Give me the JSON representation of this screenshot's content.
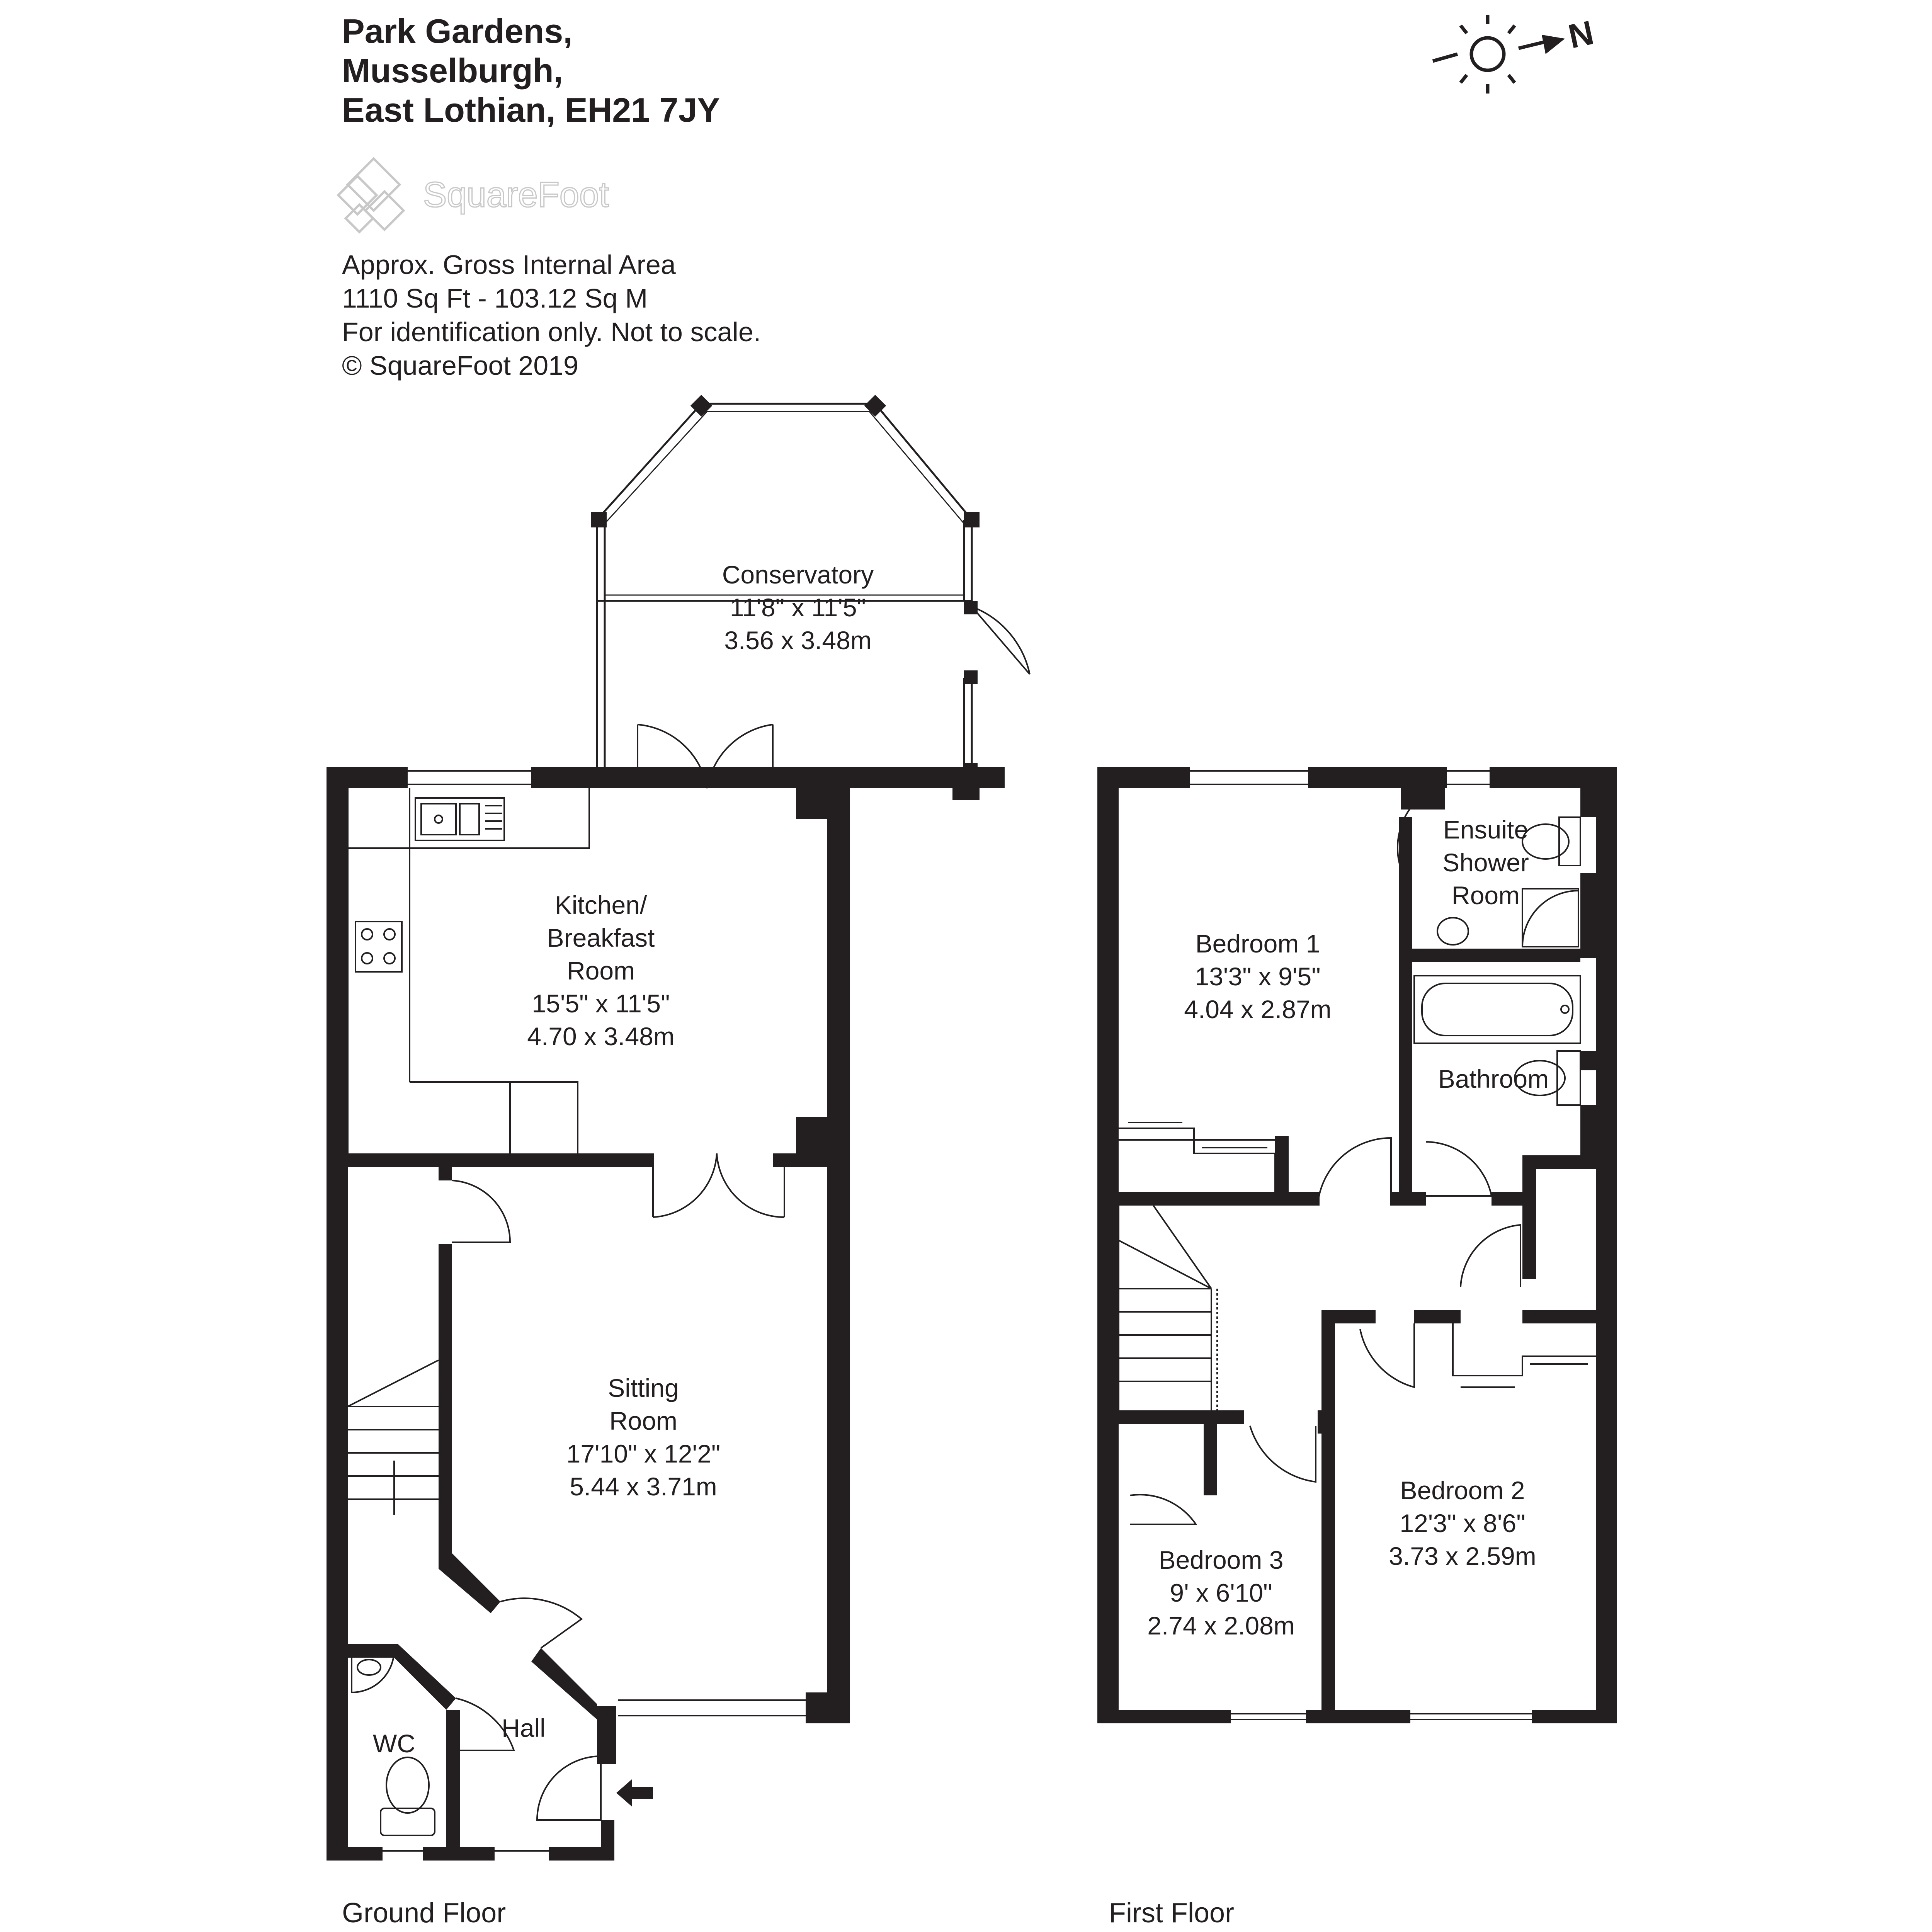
{
  "header": {
    "address_line_1": "Park Gardens,",
    "address_line_2": "Musselburgh,",
    "address_line_3": "East Lothian, EH21 7JY"
  },
  "brand": {
    "name": "SquareFoot"
  },
  "info": {
    "line_1": "Approx. Gross Internal Area",
    "line_2": "1110 Sq Ft  -  103.12 Sq M",
    "line_3": "For identification only. Not to scale.",
    "line_4": "© SquareFoot 2019"
  },
  "compass": {
    "north_label": "N"
  },
  "ground_floor": {
    "label": "Ground Floor",
    "rooms": {
      "conservatory": {
        "name": "Conservatory",
        "imperial": "11'8\" x 11'5\"",
        "metric": "3.56 x 3.48m"
      },
      "kitchen": {
        "name_1": "Kitchen/",
        "name_2": "Breakfast",
        "name_3": "Room",
        "imperial": "15'5\" x 11'5\"",
        "metric": "4.70 x 3.48m"
      },
      "sitting": {
        "name_1": "Sitting",
        "name_2": "Room",
        "imperial": "17'10\" x 12'2\"",
        "metric": "5.44 x 3.71m"
      },
      "hall": {
        "name": "Hall"
      },
      "wc": {
        "name": "WC"
      }
    }
  },
  "first_floor": {
    "label": "First Floor",
    "rooms": {
      "bedroom1": {
        "name": "Bedroom 1",
        "imperial": "13'3\" x 9'5\"",
        "metric": "4.04 x 2.87m"
      },
      "ensuite": {
        "name_1": "Ensuite",
        "name_2": "Shower",
        "name_3": "Room"
      },
      "bathroom": {
        "name": "Bathroom"
      },
      "bedroom2": {
        "name": "Bedroom 2",
        "imperial": "12'3\" x 8'6\"",
        "metric": "3.73 x 2.59m"
      },
      "bedroom3": {
        "name": "Bedroom 3",
        "imperial": "9' x 6'10\"",
        "metric": "2.74 x 2.08m"
      }
    }
  }
}
